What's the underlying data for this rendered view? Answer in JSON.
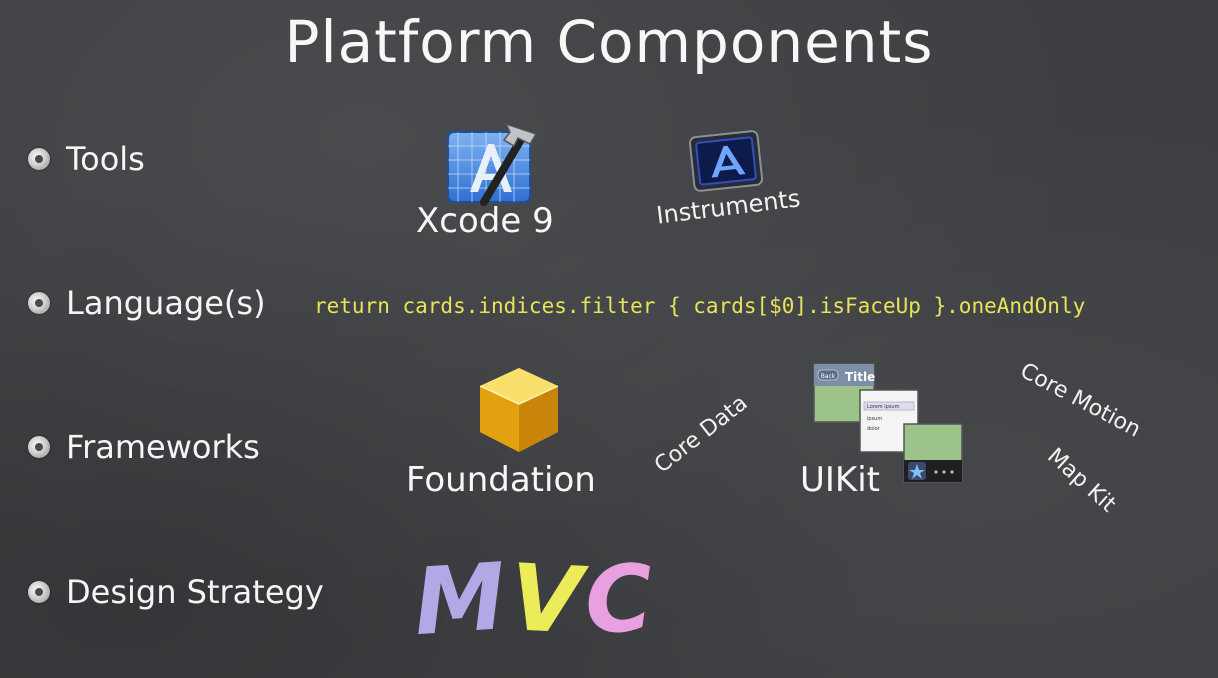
{
  "title": "Platform Components",
  "bullets": [
    {
      "label": "Tools"
    },
    {
      "label": "Language(s)"
    },
    {
      "label": "Frameworks"
    },
    {
      "label": "Design Strategy"
    }
  ],
  "tools": {
    "xcode": "Xcode 9",
    "instruments": "Instruments"
  },
  "language": {
    "code": "return cards.indices.filter { cards[$0].isFaceUp }.oneAndOnly"
  },
  "frameworks": {
    "foundation": "Foundation",
    "core_data": "Core Data",
    "uikit": "UIKit",
    "core_motion": "Core Motion",
    "map_kit": "Map Kit",
    "uikit_nav_title": "Title",
    "uikit_nav_back": "Back",
    "uikit_list": [
      "Lorem ipsum",
      "ipsum",
      "dolor"
    ]
  },
  "design": {
    "m": "M",
    "v": "V",
    "c": "C"
  },
  "colors": {
    "background": "#3d3f42",
    "code": "#e7e45a",
    "mvc_m": "#b3a8e6",
    "mvc_v": "#ecec5a",
    "mvc_c": "#e8a0e0"
  },
  "icons": [
    "xcode-icon",
    "instruments-icon",
    "foundation-cube-icon",
    "uikit-icon"
  ]
}
